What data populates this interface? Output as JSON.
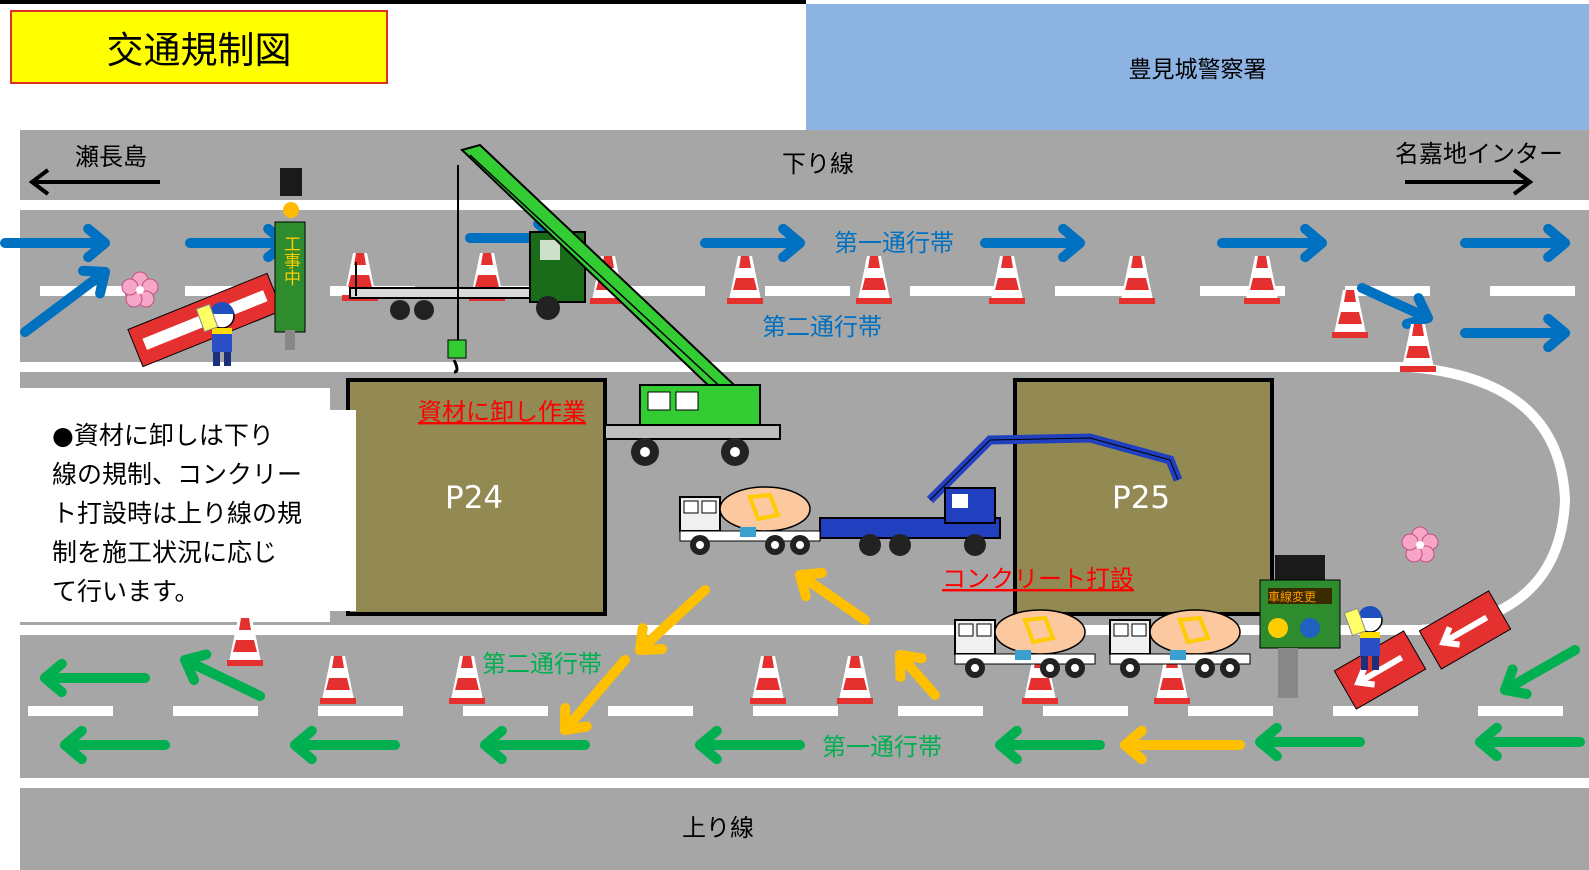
{
  "title": "交通規制図",
  "police_station": "豊見城警察署",
  "directions": {
    "left": "瀬長島",
    "right": "名嘉地インター"
  },
  "lines": {
    "down": "下り線",
    "up": "上り線"
  },
  "lanes": {
    "upper_first": "第一通行帯",
    "upper_second": "第二通行帯",
    "lower_second": "第二通行帯",
    "lower_first": "第一通行帯"
  },
  "piers": {
    "left": "P24",
    "right": "P25"
  },
  "work_labels": {
    "unloading": "資材に卸し作業",
    "concrete": "コンクリート打設"
  },
  "sign_text": {
    "construction_board": "工事中",
    "lane_change_board": "車線変更"
  },
  "note_lines": [
    "●資材に卸しは下り",
    "線の規制、コンクリー",
    "ト打設時は上り線の規",
    "制を施工状況に応じ",
    "て行います。"
  ],
  "colors": {
    "road": "#a6a6a6",
    "title_bg": "#ffff00",
    "police_bg": "#8db3e2",
    "pier": "#938953",
    "blue_arrow": "#0070c0",
    "green_arrow": "#00b050",
    "yellow_arrow": "#ffc000",
    "label_red": "#ff0000",
    "crane_green": "#33cc33",
    "pump_blue": "#2040c0"
  }
}
